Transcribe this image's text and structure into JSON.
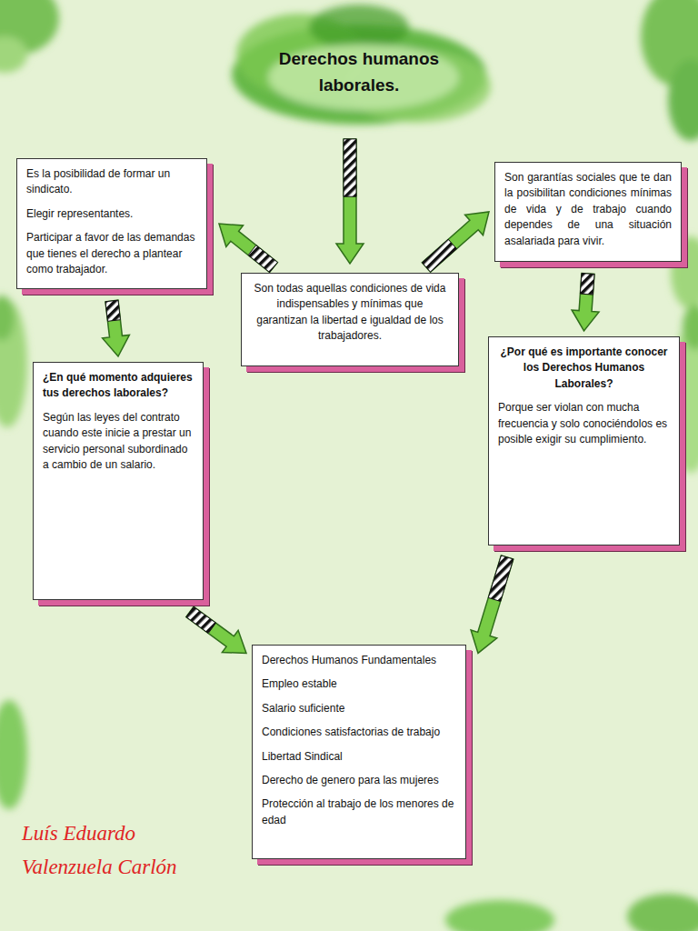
{
  "diagram": {
    "title": "Derechos humanos laborales.",
    "nodes": [
      {
        "text": [
          "Son todas aquellas condiciones de vida indispensables y mínimas que garantizan la libertad e igualdad de los trabajadores."
        ]
      },
      {
        "text": [
          "Es la posibilidad de formar un sindicato.",
          "Elegir representantes.",
          "Participar a favor de las demandas que tienes el derecho a plantear como trabajador."
        ]
      },
      {
        "text": [
          "Son garantías sociales que te dan la posibilitan condiciones mínimas de vida y de trabajo cuando dependes de una situación asalariada para vivir."
        ]
      },
      {
        "text": [
          "¿En qué momento adquieres tus derechos laborales?",
          "Según las leyes del contrato cuando este inicie a prestar un servicio personal subordinado a cambio de un salario."
        ]
      },
      {
        "text": [
          "¿Por qué es importante conocer los Derechos Humanos Laborales?",
          "Porque ser violan con mucha frecuencia y solo conociéndolos es posible exigir su cumplimiento."
        ]
      },
      {
        "text": [
          "Derechos Humanos Fundamentales",
          "Empleo estable",
          "Salario suficiente",
          "Condiciones satisfactorias de trabajo",
          "Libertad Sindical",
          "Derecho de genero para las mujeres",
          "Protección al trabajo de los menores de edad"
        ]
      }
    ],
    "edges": [
      {
        "from": 0,
        "to": 1,
        "arrow": "to"
      },
      {
        "from": 0,
        "to": 2,
        "arrow": "to"
      },
      {
        "from": 1,
        "to": 3,
        "arrow": "to"
      },
      {
        "from": 2,
        "to": 4,
        "arrow": "to"
      },
      {
        "from": 3,
        "to": 5,
        "arrow": "to"
      },
      {
        "from": 4,
        "to": 5,
        "arrow": "to"
      }
    ],
    "labels": [
      "Luís Eduardo Valenzuela Carlón"
    ]
  }
}
